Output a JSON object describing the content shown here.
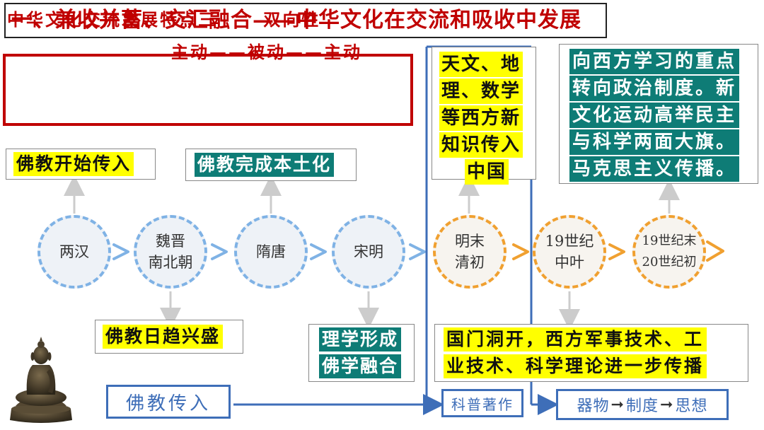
{
  "title": "一、兼收并蓄、交汇融合——中华文化在交流和吸收中发展",
  "feature": {
    "line1": "中华文化交流发展特点三　　 双向性",
    "line2": "主动——被动——主动"
  },
  "nodes": [
    {
      "label": "两汉"
    },
    {
      "label_line1": "魏晋",
      "label_line2": "南北朝"
    },
    {
      "label": "隋唐"
    },
    {
      "label": "宋明"
    },
    {
      "label_line1": "明末",
      "label_line2": "清初"
    },
    {
      "label_line1": "19世纪",
      "label_line2": "中叶"
    },
    {
      "label_line1": "19世纪末",
      "label_line2": "20世纪初"
    }
  ],
  "annotations": {
    "han": "佛教开始传入",
    "suitang": "佛教完成本土化",
    "weijin": "佛教日趋兴盛",
    "songming_line1": "理学形成",
    "songming_line2": "佛学融合",
    "mingmo": [
      "天文、地",
      "理、数学",
      "等西方新",
      "知识传入",
      "中国"
    ],
    "late19": [
      "向西方学习的重点",
      "转向政治制度。新",
      "文化运动高举民主",
      "与科学两面大旗。",
      "马克思主义传播。"
    ],
    "mid19_line1": "国门洞开，西方军事技术、工",
    "mid19_line2": "业技术、科学理论进一步传播"
  },
  "bottom": {
    "left": "佛教传入",
    "middle": "科普著作",
    "right_1": "器物",
    "right_2": "制度",
    "right_3": "思想",
    "right_arrow": "➞"
  },
  "colors": {
    "title_red": "#c00000",
    "highlight_yellow": "#ffff00",
    "highlight_teal": "#0e7c76",
    "circle_blue": "#7fb2e5",
    "circle_orange": "#f0a030",
    "link_blue": "#3e6eb8"
  },
  "icons": [
    "buddha-statue-image",
    "arrow-right-icon",
    "arrow-up-icon",
    "arrow-down-icon"
  ]
}
